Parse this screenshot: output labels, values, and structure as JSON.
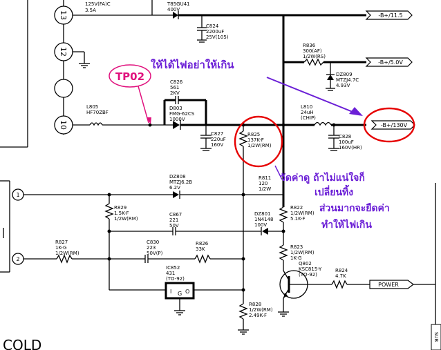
{
  "connectors": {
    "pin_13": "13",
    "pin_12": "12",
    "pin_10": "10",
    "pin_1": "1",
    "pin_2": "2"
  },
  "outputs": {
    "b_11_5": "-B+/11.5",
    "b_5_0": "-B+/5.0V",
    "b_130": "-B+/130V",
    "power": "POWER"
  },
  "components": {
    "top_partial_1": "125V(FA)C",
    "top_partial_2": "3.5A",
    "top_partial_3": "T85GU41",
    "top_partial_4": "400V",
    "c824": [
      "C824",
      "2200uF",
      "25V(105)"
    ],
    "r836": [
      "R836",
      "300(AF)",
      "1/2W(RS)"
    ],
    "dz809": [
      "DZ809",
      "MTZJ4.7C",
      "4.93V"
    ],
    "c826": [
      "C826",
      "561",
      "2KV"
    ],
    "d803": [
      "D803",
      "FMG-62CS",
      "1000V"
    ],
    "l805": [
      "L805",
      "HF70ZBF"
    ],
    "c827": [
      "C827",
      "220uF",
      "160V"
    ],
    "r825": [
      "R825",
      "137K-F",
      "1/2W(RM)"
    ],
    "l810": [
      "L810",
      "24uH",
      "(CHIP)"
    ],
    "c828": [
      "C828",
      "100uF",
      "160V(HR)"
    ],
    "dz808": [
      "DZ808",
      "MTZJ6.2B",
      "6.2V"
    ],
    "r811": [
      "R811",
      "120",
      "1/2W"
    ],
    "r829": [
      "R829",
      "1.5K-F",
      "1/2W(RM)"
    ],
    "c867": [
      "C867",
      "221",
      "50V"
    ],
    "dz801": [
      "DZ801",
      "1N4148",
      "100V"
    ],
    "r822": [
      "R822",
      "1/2W(RM)",
      "5.1K-F"
    ],
    "r827": [
      "R827",
      "1K-G",
      "1/2W(RM)"
    ],
    "c830": [
      "C830",
      "223",
      "50V(P)"
    ],
    "r826": [
      "R826",
      "33K"
    ],
    "r823": [
      "R823",
      "1/2W(RM)",
      "1K-G"
    ],
    "q802": [
      "Q802",
      "KSC815-Y",
      "(TO-92)"
    ],
    "r824": [
      "R824",
      "4.7K"
    ],
    "ic852": [
      "IC852",
      "431",
      "(TO-92)"
    ],
    "ic852_pins": [
      "I",
      "G",
      "O"
    ],
    "r828": [
      "R828",
      "1/2W(RM)",
      "2.49K-F"
    ]
  },
  "footer": {
    "cold": "COLD",
    "side": "SUB"
  },
  "annotations": {
    "tp02": "TP02",
    "voltage_note": "ให้ได้ไฟอย่าให้เกิน",
    "measure_note_1": "วัดค่าดู ถ้าไม่แน่ใจก็",
    "measure_note_2": "เปลี่ยนทิ้ง",
    "measure_note_3": "ส่วนมากจะยืดค่า",
    "measure_note_4": "ทำให้ไฟเกิน"
  },
  "colors": {
    "annotation_text": "#6b1fd6",
    "highlight_circle": "#e60000",
    "testpoint": "#e0117d"
  }
}
